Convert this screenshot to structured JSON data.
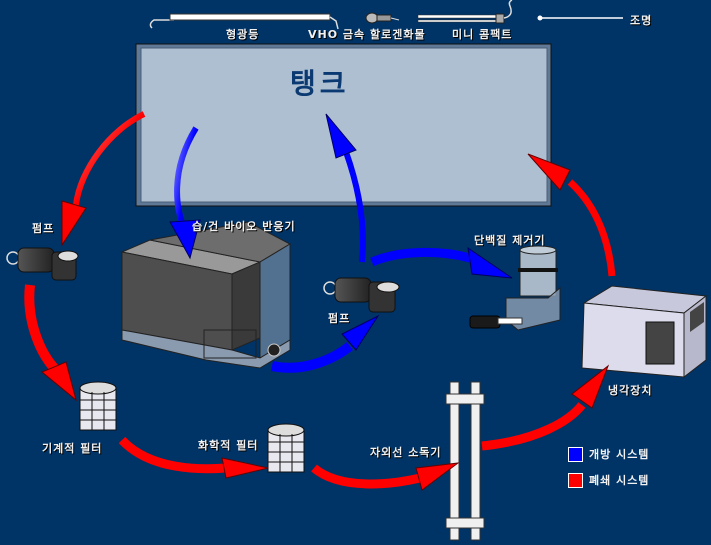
{
  "title": "탱크",
  "lighting": {
    "label": "조명",
    "items": [
      {
        "name": "fluorescent",
        "label": "형광등"
      },
      {
        "name": "vho-metal-halide",
        "label": "VHO 금속 할로겐화물"
      },
      {
        "name": "mini-compact",
        "label": "미니 콤팩트"
      }
    ]
  },
  "components": {
    "pump_left": "펌프",
    "bio_reactor": "습/건 바이오 반응기",
    "pump_center": "펌프",
    "protein_skimmer": "단백질 제거기",
    "chiller": "냉각장치",
    "mechanical_filter": "기계적 필터",
    "chemical_filter": "화학적 필터",
    "uv_sterilizer": "자외선 소독기"
  },
  "legend": {
    "items": [
      {
        "label": "개방 시스템",
        "color": "#0000ff"
      },
      {
        "label": "폐쇄 시스템",
        "color": "#ff0000"
      }
    ]
  },
  "colors": {
    "background": "#003366",
    "tank": "#aebfd2",
    "open_flow": "#0000ff",
    "closed_flow": "#ff0000"
  }
}
